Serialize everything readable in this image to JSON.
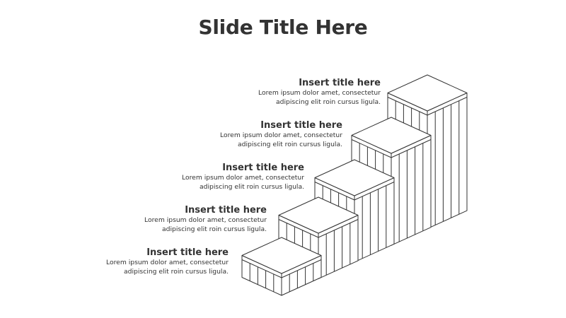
{
  "slide": {
    "title": "Slide Title Here"
  },
  "steps": [
    {
      "title": "Insert title here",
      "body_line1": "Lorem ipsum dolor amet, consectetur",
      "body_line2": "adipiscing elit roin cursus ligula."
    },
    {
      "title": "Insert title here",
      "body_line1": "Lorem ipsum dolor amet, consectetur",
      "body_line2": "adipiscing elit roin cursus ligula."
    },
    {
      "title": "Insert title here",
      "body_line1": "Lorem ipsum dolor amet, consectetur",
      "body_line2": "adipiscing elit roin cursus ligula."
    },
    {
      "title": "Insert title here",
      "body_line1": "Lorem ipsum dolor amet, consectetur",
      "body_line2": "adipiscing elit roin cursus ligula."
    },
    {
      "title": "Insert title here",
      "body_line1": "Lorem ipsum dolor amet, consectetur",
      "body_line2": "adipiscing elit roin cursus ligula."
    }
  ],
  "colors": {
    "text": "#333333",
    "stroke": "#333333",
    "fill": "#ffffff"
  }
}
